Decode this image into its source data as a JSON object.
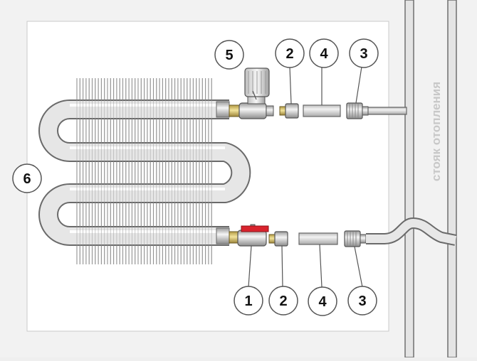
{
  "callouts": {
    "c1": "1",
    "c2_top": "2",
    "c2_bottom": "2",
    "c3_top": "3",
    "c3_bottom": "3",
    "c4_top": "4",
    "c4_bottom": "4",
    "c5": "5",
    "c6": "6"
  },
  "riser_label": "стояк отопления",
  "colors": {
    "wall": "#f4f4f4",
    "panel": "#ffffff",
    "pipe": "#d9d9d9",
    "pipe_outline": "#7a7a7a",
    "fin": "#8a8a8a",
    "valve_handle": "#d9232d",
    "riser_text": "#c8c8c8"
  }
}
